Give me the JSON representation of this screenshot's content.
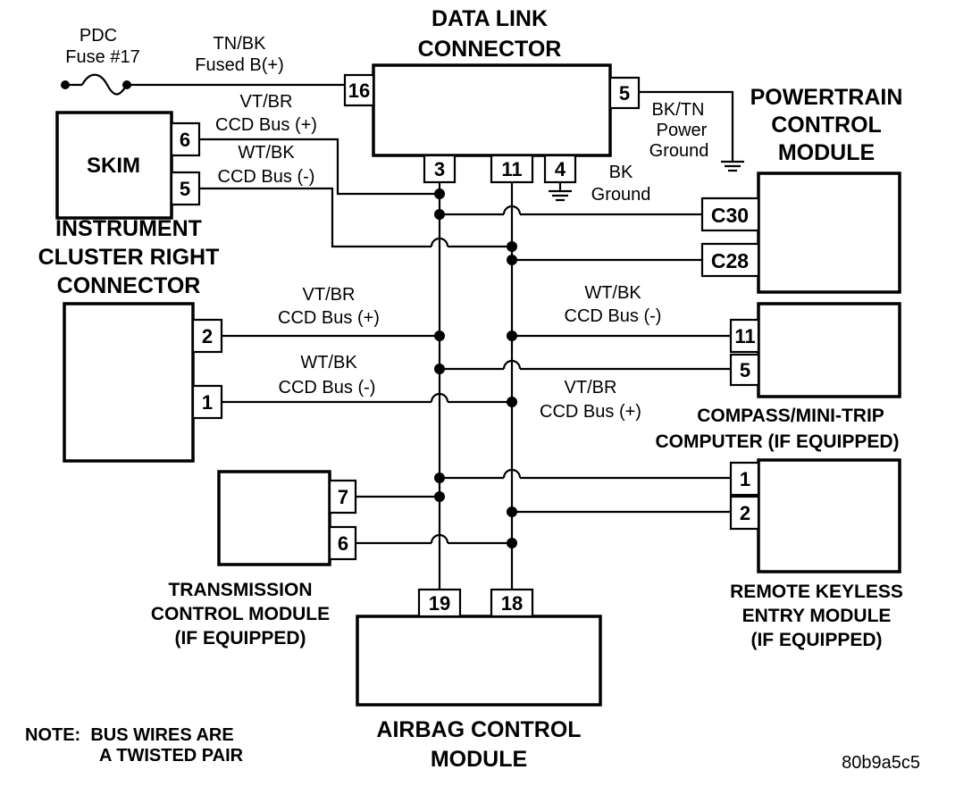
{
  "modules": {
    "dlc": {
      "title_line1": "DATA LINK",
      "title_line2": "CONNECTOR"
    },
    "skim": {
      "label": "SKIM"
    },
    "pcm": {
      "line1": "POWERTRAIN",
      "line2": "CONTROL",
      "line3": "MODULE"
    },
    "cluster": {
      "line1": "INSTRUMENT",
      "line2": "CLUSTER RIGHT",
      "line3": "CONNECTOR"
    },
    "compass": {
      "line1": "COMPASS/MINI-TRIP",
      "line2": "COMPUTER (IF EQUIPPED)"
    },
    "tcm": {
      "line1": "TRANSMISSION",
      "line2": "CONTROL MODULE",
      "line3": "(IF EQUIPPED)"
    },
    "rke": {
      "line1": "REMOTE KEYLESS",
      "line2": "ENTRY MODULE",
      "line3": "(IF EQUIPPED)"
    },
    "acm": {
      "line1": "AIRBAG CONTROL",
      "line2": "MODULE"
    }
  },
  "pins": {
    "dlc_16": "16",
    "dlc_5": "5",
    "dlc_3": "3",
    "dlc_11": "11",
    "dlc_4": "4",
    "skim_6": "6",
    "skim_5": "5",
    "pcm_c30": "C30",
    "pcm_c28": "C28",
    "cluster_2": "2",
    "cluster_1": "1",
    "compass_11": "11",
    "compass_5": "5",
    "tcm_7": "7",
    "tcm_6": "6",
    "rke_1": "1",
    "rke_2": "2",
    "acm_19": "19",
    "acm_18": "18"
  },
  "labels": {
    "pdc_line1": "PDC",
    "pdc_line2": "Fuse #17",
    "fused_line1": "TN/BK",
    "fused_line2": "Fused B(+)",
    "skim_wire6_color": "VT/BR",
    "skim_wire6_name": "CCD Bus (+)",
    "skim_wire5_color": "WT/BK",
    "skim_wire5_name": "CCD Bus (-)",
    "pg_line1": "BK/TN",
    "pg_line2": "Power",
    "pg_line3": "Ground",
    "gnd_line1": "BK",
    "gnd_line2": "Ground",
    "cl_plus_color": "VT/BR",
    "cl_plus_name": "CCD Bus (+)",
    "cl_minus_color": "WT/BK",
    "cl_minus_name": "CCD Bus (-)",
    "cp_minus_color": "WT/BK",
    "cp_minus_name": "CCD Bus (-)",
    "cp_plus_color": "VT/BR",
    "cp_plus_name": "CCD Bus (+)"
  },
  "note": {
    "line1": "NOTE:  BUS WIRES ARE",
    "line2": "A TWISTED PAIR"
  },
  "figure_id": "80b9a5c5"
}
